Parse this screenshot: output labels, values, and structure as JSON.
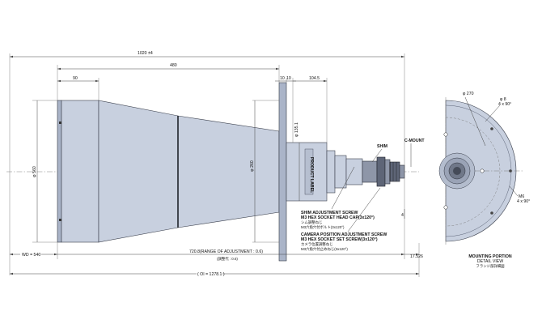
{
  "dimensions": {
    "overall_length": "1020 ±4",
    "body_length": "480",
    "hood_length": "90",
    "flange_a": "10",
    "flange_b": "10",
    "adapter_length": "104.5",
    "flange_diameter": "φ 135.1",
    "hood_diameter": "φ 260",
    "front_diameter": "φ 560",
    "wd": "WD = 540",
    "range_text": "720.8(RANGE OF ADJUSTMENT : 0.6)",
    "range_sub": "(調整代 : 0.6)",
    "back_focus": "17.526",
    "height_mark": "4",
    "oi": "( OI = 1278.1 )"
  },
  "labels": {
    "product_label": "PRODUCT LABEL",
    "shim": "SHIM",
    "c_mount": "C-MOUNT",
    "shim_screw": [
      "SHIM ADJUSTMENT SCREW",
      "M3 HEX SOCKET HEAD CAP(3x120°)",
      "シム調整ねじ",
      "M3六角穴付ボルト(3x120°)"
    ],
    "camera_screw": [
      "CAMERA POSITION ADJUSTMENT SCREW",
      "M3 HEX SOCKET SET SCREW(3x120°)",
      "カメラ位置調整ねじ",
      "M3六角穴付止めねじ(3x120°)"
    ]
  },
  "detail": {
    "pcd": "φ 270",
    "hole": "φ 8",
    "hole_count": "4 x 90°",
    "tap": "M6",
    "tap_count": "4 x 90°",
    "title": [
      "MOUNTING PORTION",
      "DETAIL VIEW",
      "フランジ部詳細図"
    ]
  }
}
